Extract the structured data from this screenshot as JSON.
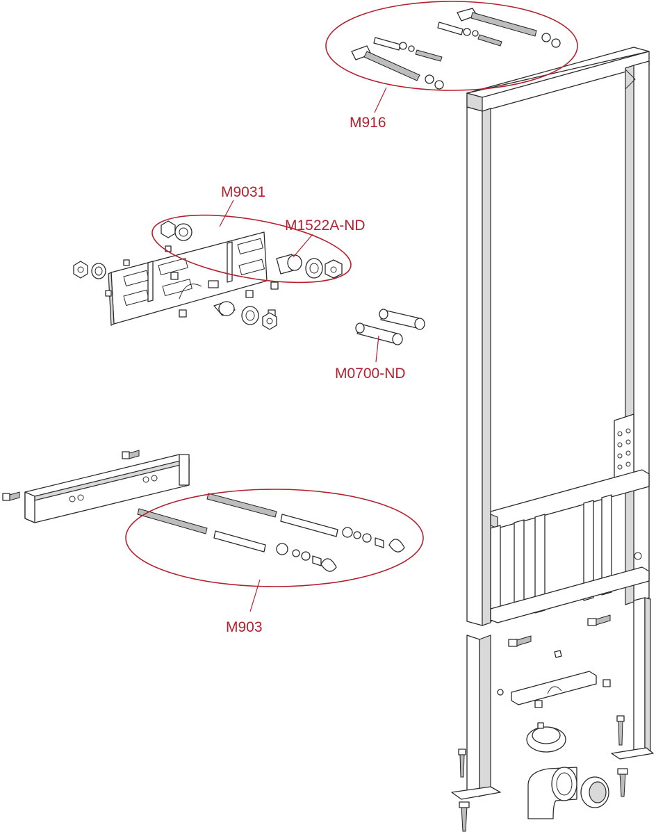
{
  "colors": {
    "callout": "#b5202e",
    "line": "#2a2a2a",
    "background": "#ffffff"
  },
  "callouts": {
    "m916": "M916",
    "m9031": "M9031",
    "m1522a_nd": "M1522A-ND",
    "m0700_nd": "M0700-ND",
    "m903": "M903"
  }
}
